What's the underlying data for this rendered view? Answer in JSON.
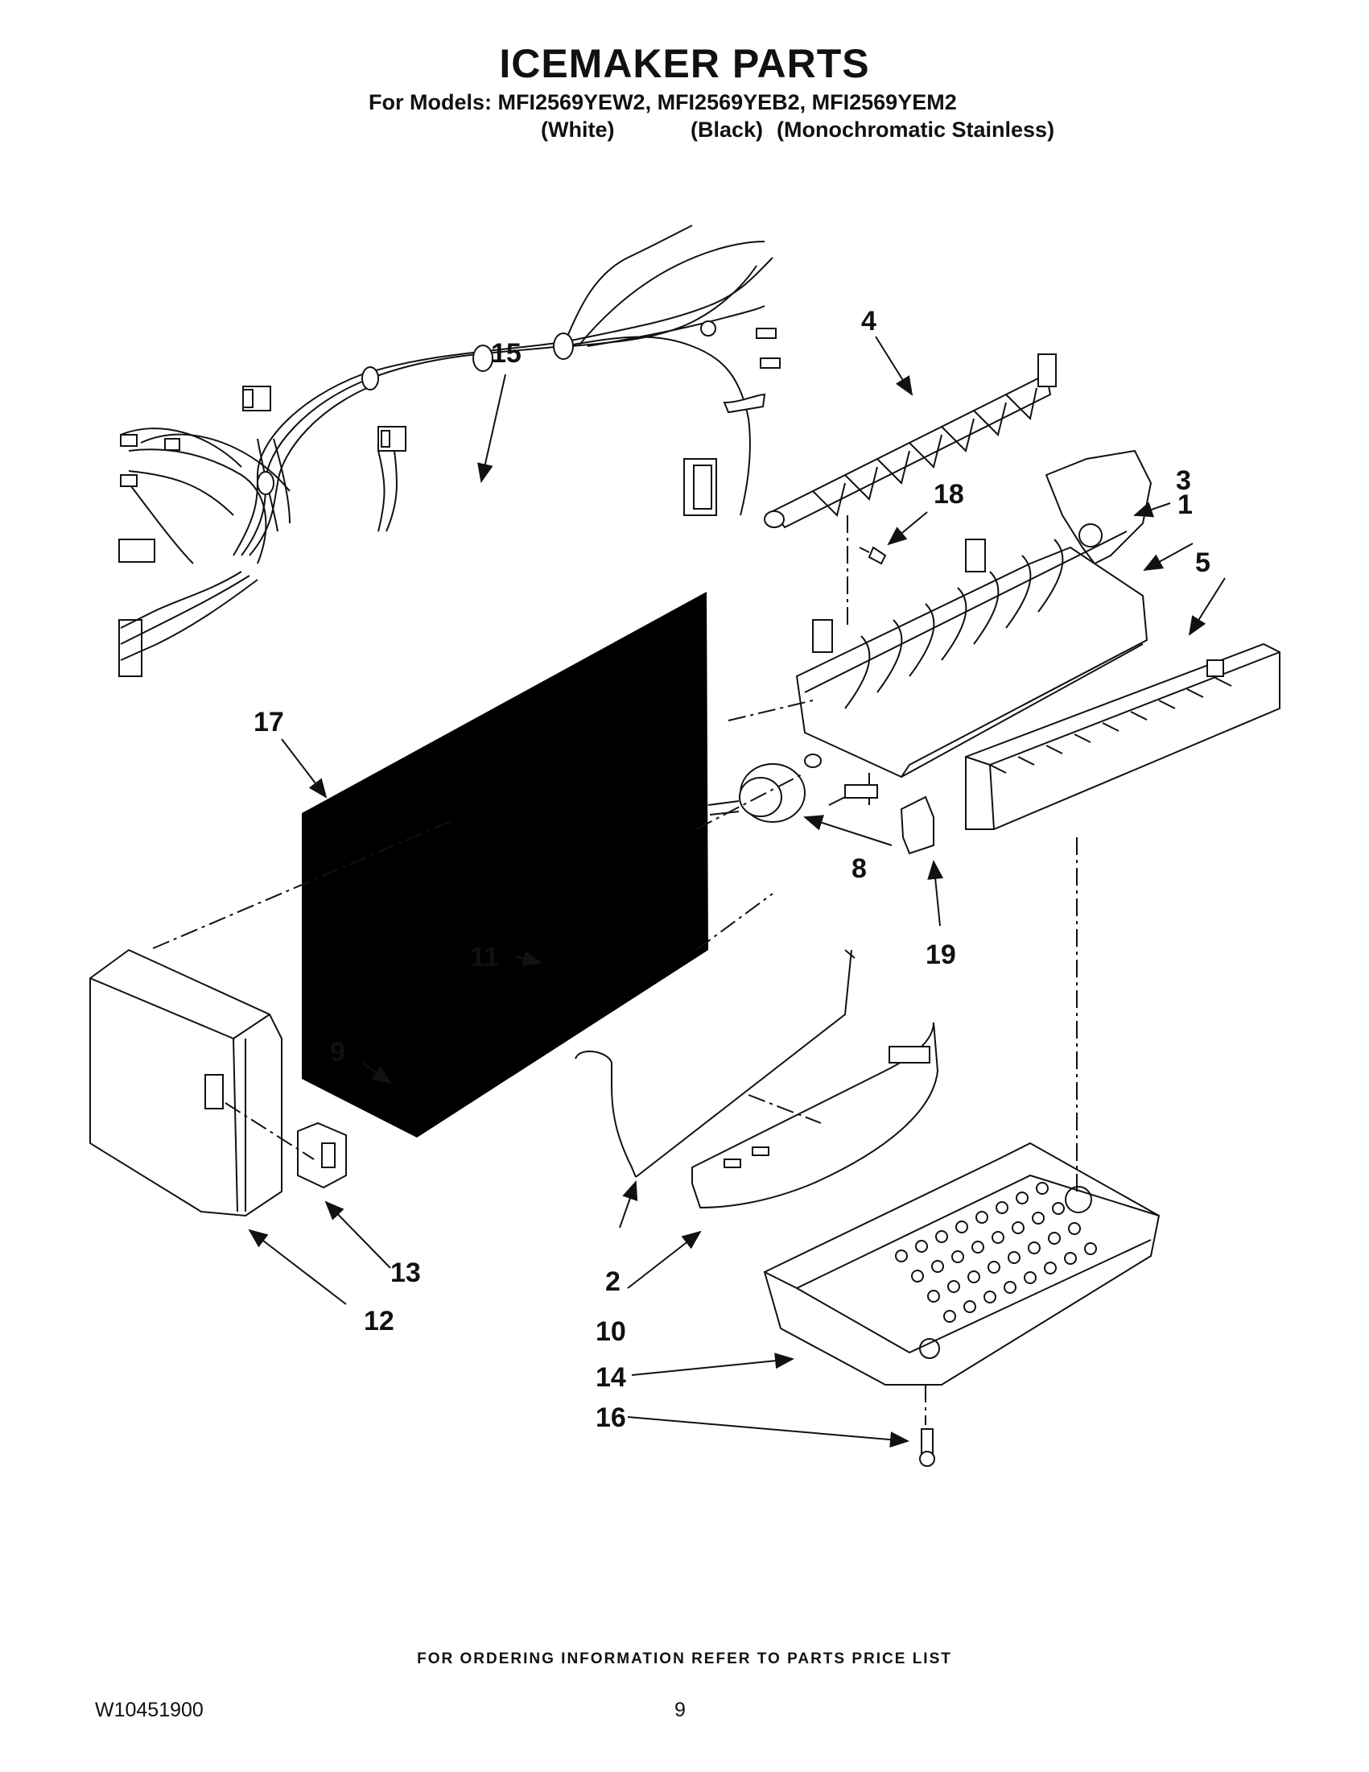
{
  "header": {
    "title": "ICEMAKER PARTS",
    "models_line": "For Models: MFI2569YEW2, MFI2569YEB2, MFI2569YEM2",
    "color_white": "(White)",
    "color_black": "(Black)",
    "color_stainless": "(Monochromatic Stainless)"
  },
  "callouts": [
    "1",
    "2",
    "3",
    "4",
    "5",
    "8",
    "9",
    "10",
    "11",
    "12",
    "13",
    "14",
    "15",
    "16",
    "17",
    "18",
    "19"
  ],
  "footer": {
    "ordering_note": "FOR ORDERING INFORMATION REFER TO PARTS PRICE LIST",
    "doc_number": "W10451900",
    "page_number": "9"
  }
}
